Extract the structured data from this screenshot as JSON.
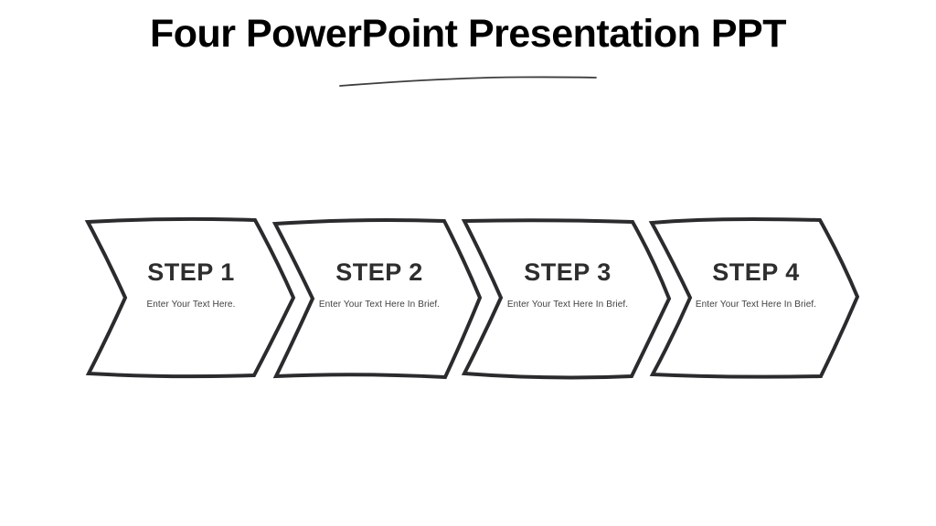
{
  "header": {
    "title": "Four PowerPoint Presentation PPT",
    "title_color": "#000000",
    "underline_color": "#3d3d3d"
  },
  "steps": [
    {
      "label": "STEP 1",
      "description": "Enter Your Text Here."
    },
    {
      "label": "STEP 2",
      "description": "Enter Your Text Here In Brief."
    },
    {
      "label": "STEP 3",
      "description": "Enter Your Text Here In Brief."
    },
    {
      "label": "STEP 4",
      "description": "Enter Your Text Here In Brief."
    }
  ],
  "style": {
    "background": "#ffffff",
    "shape_fill": "#ffffff",
    "shape_stroke": "#2b2b2e",
    "label_color": "#2e2e2e",
    "description_color": "#3f3f3f"
  }
}
